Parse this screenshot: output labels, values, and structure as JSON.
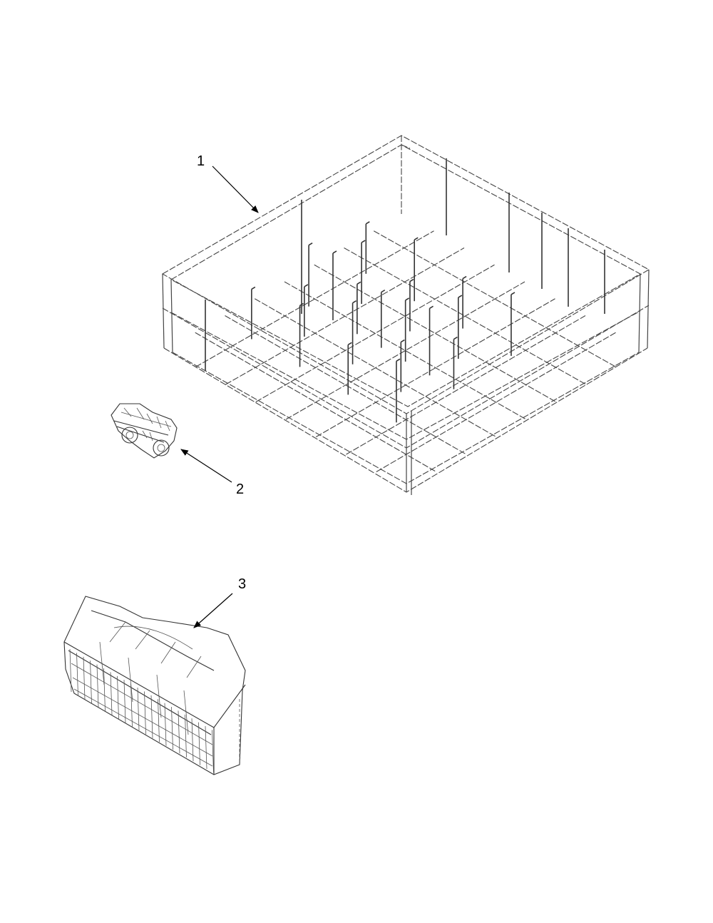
{
  "callouts": [
    {
      "number": "1",
      "part": "lower-dishrack"
    },
    {
      "number": "2",
      "part": "roller-assembly"
    },
    {
      "number": "3",
      "part": "silverware-basket"
    }
  ],
  "colors": {
    "background": "#ffffff",
    "line": "#333333"
  }
}
